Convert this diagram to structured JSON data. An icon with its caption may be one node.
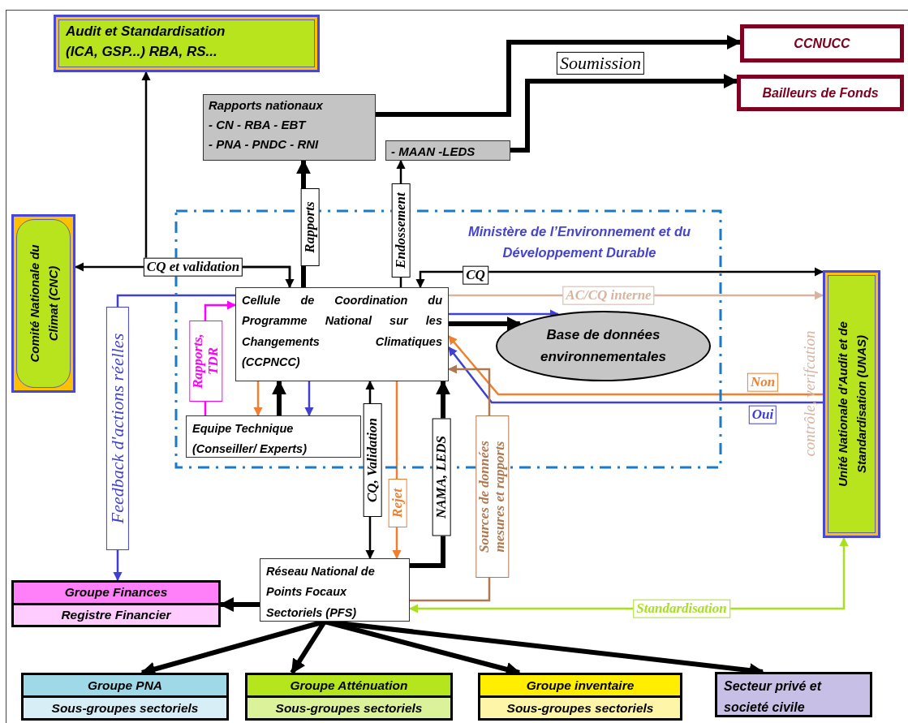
{
  "diagram": {
    "nodes": [
      {
        "text": [
          "Audit et Standardisation",
          "(ICA, GSP...) RBA, RS..."
        ]
      },
      {
        "text": [
          "Rapports nationaux",
          "- CN - RBA - EBT",
          "- PNA - PNDC - RNI"
        ]
      },
      {
        "text": [
          "- MAAN -LEDS"
        ]
      },
      {
        "text": [
          "CCNUCC"
        ]
      },
      {
        "text": [
          "Bailleurs de Fonds"
        ]
      },
      {
        "text": [
          "Comité Nationale du Climat (CNC)"
        ]
      },
      {
        "text": [
          "Ministère de l’Environnement et du Développement Durable"
        ]
      },
      {
        "text": [
          "Cellule de Coordination du Programme National sur les Changements Climatiques (CCPNCC)"
        ],
        "in": 6
      },
      {
        "text": [
          "Base de données environnementales"
        ],
        "in": 6
      },
      {
        "text": [
          "Equipe Technique (Conseiller/ Experts)"
        ],
        "in": 6
      },
      {
        "text": [
          "Unité Nationale d'Audit et de Standardisation (UNAS)"
        ],
        "beside": [
          "contrôle, verifcation"
        ]
      },
      {
        "text": [
          "Réseau National de Points Focaux Sectoriels (PFS)"
        ]
      },
      {
        "text": [
          "Groupe Finances",
          "Registre Financier"
        ]
      },
      {
        "text": [
          "Groupe PNA",
          "Sous-groupes sectoriels"
        ]
      },
      {
        "text": [
          "Groupe Atténuation",
          "Sous-groupes sectoriels"
        ]
      },
      {
        "text": [
          "Groupe inventaire",
          "Sous-groupes sectoriels"
        ]
      },
      {
        "text": [
          "Secteur privé et societé civile"
        ]
      }
    ],
    "edges": [
      {
        "from": 5,
        "to": 7,
        "arrow": "both",
        "label": "CQ et validation"
      },
      {
        "from": 7,
        "to": 0,
        "arrow": "to"
      },
      {
        "from": 7,
        "to": 1,
        "arrow": "to",
        "label": "Rapports",
        "style": "thick"
      },
      {
        "from": 7,
        "to": 2,
        "arrow": "to",
        "label": "Endossement"
      },
      {
        "from": 1,
        "to": 3,
        "arrow": "to",
        "style": "thick",
        "label": "Soumission"
      },
      {
        "from": 2,
        "to": 4,
        "arrow": "to",
        "style": "thick"
      },
      {
        "from": 7,
        "to": 10,
        "arrow": "both",
        "label": "CQ"
      },
      {
        "from": 7,
        "to": 10,
        "arrow": "to",
        "label": "AC/CQ interne",
        "color": "#d8b4a0"
      },
      {
        "from": 7,
        "to": 8,
        "arrow": "to",
        "color": "#4040d0"
      },
      {
        "from": 7,
        "to": 8,
        "arrow": "to",
        "style": "thick"
      },
      {
        "from": 10,
        "to": 7,
        "arrow": "to",
        "label": "Non",
        "color": "#f08030"
      },
      {
        "from": 10,
        "to": 7,
        "arrow": "to",
        "label": "Oui",
        "color": "#4040d0"
      },
      {
        "from": 7,
        "to": 12,
        "arrow": "to",
        "label": "Feedback d'actions réelles",
        "color": "#4040d0"
      },
      {
        "from": 9,
        "to": 7,
        "arrow": "to",
        "label": "Rapports, TDR",
        "color": "#ff00ff"
      },
      {
        "from": 7,
        "to": 9,
        "arrow": "to",
        "color": "#f08030"
      },
      {
        "from": 9,
        "to": 7,
        "arrow": "to",
        "style": "thick"
      },
      {
        "from": 7,
        "to": 9,
        "arrow": "to",
        "color": "#4040d0"
      },
      {
        "from": 11,
        "to": 7,
        "arrow": "both",
        "label": "CQ, Validation"
      },
      {
        "from": 7,
        "to": 11,
        "arrow": "to",
        "label": "Rejet",
        "color": "#f08030"
      },
      {
        "from": 11,
        "to": 7,
        "arrow": "to",
        "label": "NAMA, LEDS",
        "style": "thick"
      },
      {
        "from": 11,
        "to": 7,
        "arrow": "to",
        "label": "Sources de données mesures et rapports",
        "color": "#b07850"
      },
      {
        "from": 10,
        "to": 11,
        "arrow": "both",
        "label": "Standardisation",
        "color": "#a8e020"
      },
      {
        "from": 11,
        "to": 12,
        "arrow": "to",
        "style": "thick"
      },
      {
        "from": 11,
        "to": 13,
        "arrow": "to",
        "style": "thick"
      },
      {
        "from": 11,
        "to": 14,
        "arrow": "to",
        "style": "thick"
      },
      {
        "from": 11,
        "to": 15,
        "arrow": "to",
        "style": "thick"
      },
      {
        "from": 11,
        "to": 16,
        "arrow": "to",
        "style": "thick"
      }
    ]
  }
}
